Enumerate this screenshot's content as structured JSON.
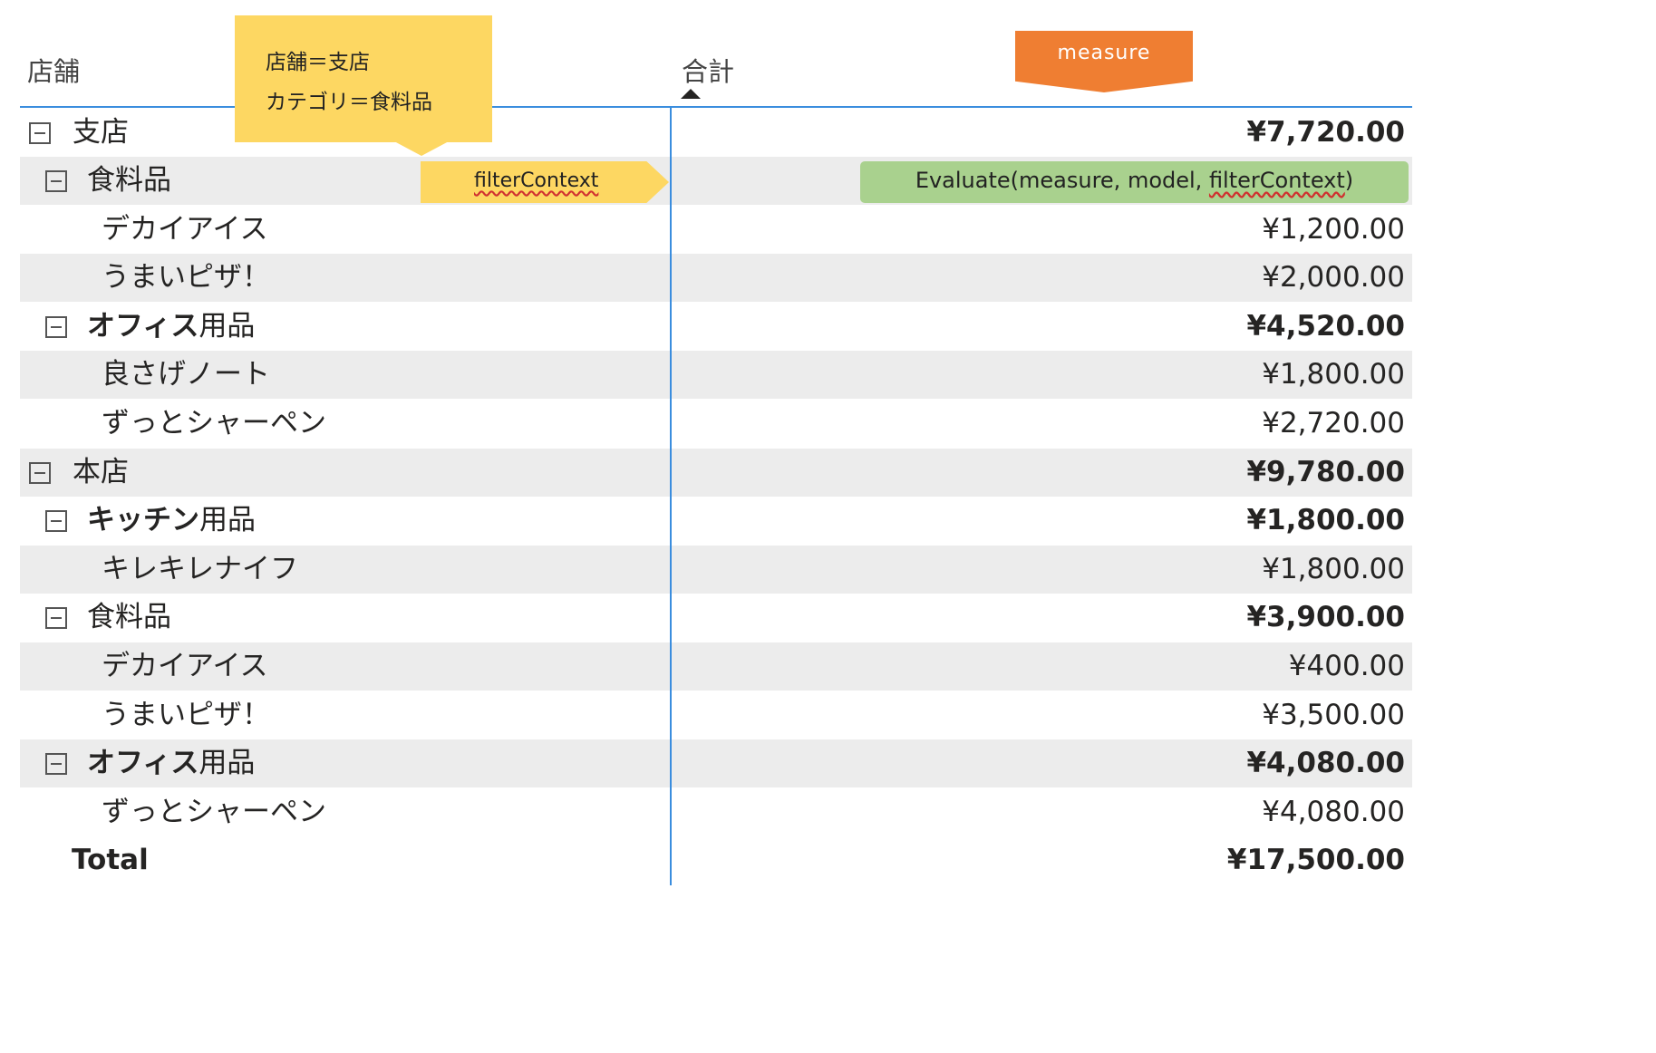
{
  "header": {
    "store_col": "店舗",
    "total_col": "合計"
  },
  "annotations": {
    "callout_line1": "店舗＝支店",
    "callout_line2": "カテゴリ＝食料品",
    "measure": "measure",
    "filter_context": "filterContext",
    "evaluate_prefix": "Evaluate(measure, model, ",
    "evaluate_arg": "filterContext",
    "evaluate_suffix": ")"
  },
  "rows": [
    {
      "label": "支店",
      "value": "¥7,720.00"
    },
    {
      "label": "食料品",
      "value": ""
    },
    {
      "label": "デカイアイス",
      "value": "¥1,200.00"
    },
    {
      "label": "うまいピザ！",
      "value": "¥2,000.00"
    },
    {
      "label_bold": "オフィス",
      "label_rest": "用品",
      "value": "¥4,520.00"
    },
    {
      "label": "良さげノート",
      "value": "¥1,800.00"
    },
    {
      "label": "ずっとシャーペン",
      "value": "¥2,720.00"
    },
    {
      "label": "本店",
      "value": "¥9,780.00"
    },
    {
      "label_bold": "キッチン",
      "label_rest": "用品",
      "value": "¥1,800.00"
    },
    {
      "label": "キレキレナイフ",
      "value": "¥1,800.00"
    },
    {
      "label": "食料品",
      "value": "¥3,900.00"
    },
    {
      "label": "デカイアイス",
      "value": "¥400.00"
    },
    {
      "label": "うまいピザ！",
      "value": "¥3,500.00"
    },
    {
      "label_bold": "オフィス",
      "label_rest": "用品",
      "value": "¥4,080.00"
    },
    {
      "label": "ずっとシャーペン",
      "value": "¥4,080.00"
    },
    {
      "label": "Total",
      "value": "¥17,500.00"
    }
  ]
}
